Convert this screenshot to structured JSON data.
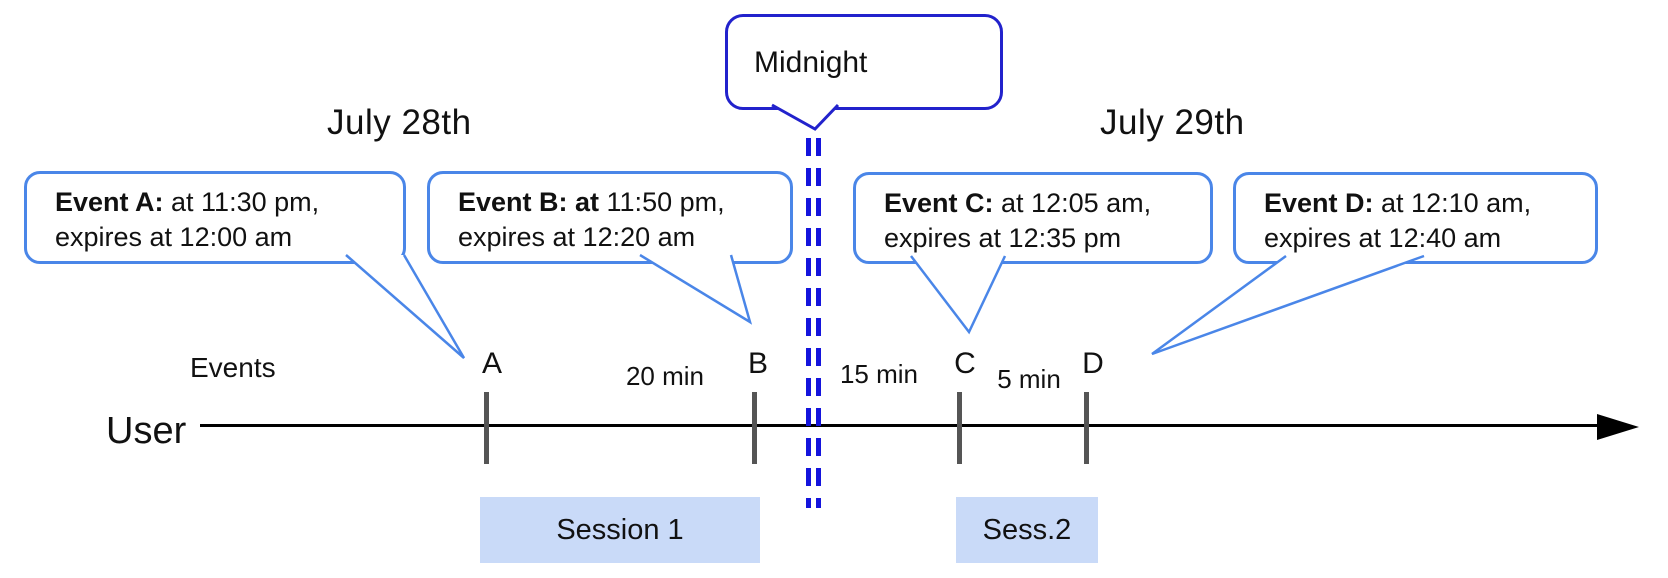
{
  "diagram": {
    "dates": {
      "left": "July 28th",
      "right": "July 29th"
    },
    "midnight_label": "Midnight",
    "axis": {
      "events_label": "Events",
      "user_label": "User"
    },
    "callouts": [
      {
        "id": "A",
        "bold": "Event A:",
        "line1_rest": " at 11:30 pm,",
        "line2": "expires at 12:00 am"
      },
      {
        "id": "B",
        "bold": "Event B: at",
        "line1_rest": " 11:50 pm,",
        "line2": "expires at 12:20 am"
      },
      {
        "id": "C",
        "bold": "Event C:",
        "line1_rest": " at 12:05 am,",
        "line2": "expires at 12:35 pm"
      },
      {
        "id": "D",
        "bold": "Event D:",
        "line1_rest": " at 12:10 am,",
        "line2": "expires at 12:40 am"
      }
    ],
    "ticks": [
      "A",
      "B",
      "C",
      "D"
    ],
    "intervals": [
      "20 min",
      "15 min",
      "5 min"
    ],
    "sessions": [
      "Session 1",
      "Sess.2"
    ],
    "colors": {
      "event_border": "#4a86e8",
      "midnight_border": "#2222cc",
      "dashes": "#1414dd",
      "session_fill": "#c9daf8",
      "tick": "#555555",
      "line": "#000000"
    }
  }
}
